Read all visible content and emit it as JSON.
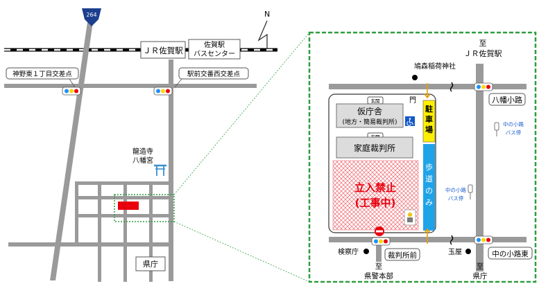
{
  "left_map": {
    "route_shield": "264",
    "north_label": "N",
    "jr_station": "ＪＲ佐賀駅",
    "bus_center_line1": "佐賀駅",
    "bus_center_line2": "バスセンター",
    "kanno_intersection": "神野東１丁目交差点",
    "ekimae_intersection": "駅前交番西交差点",
    "shrine_line1": "龍造寺",
    "shrine_line2": "八幡宮",
    "kencho": "県庁"
  },
  "inset_map": {
    "to_jr_line1": "至",
    "to_jr_line2": "ＪＲ佐賀駅",
    "shrine": "鳩森稲荷神社",
    "gate": "門",
    "yawata_koji": "八幡小路",
    "bus_stop_1_line1": "中の小路",
    "bus_stop_1_line2": "バス停",
    "bus_stop_2_line1": "中の小路",
    "bus_stop_2_line2": "バス停",
    "entrance_1": "玄関",
    "entrance_2": "玄関",
    "karichosha": "仮庁舎",
    "karichosha_sub": "(地方・簡易裁判所)",
    "parking": "駐車場",
    "family_court": "家庭裁判所",
    "sidewalk_only": "歩道のみ",
    "no_entry_line1": "立入禁止",
    "no_entry_line2": "(工事中)",
    "kensatsucho": "検察庁",
    "saibansho_mae": "裁判所前",
    "gyokuya": "玉屋",
    "nakanokoji_higashi": "中の小路東",
    "to_police_line1": "至",
    "to_police_line2": "県警本部",
    "to_kencho_line1": "至",
    "to_kencho_line2": "県庁"
  },
  "colors": {
    "road": "#9a9a9a",
    "rail": "#000000",
    "highlight_border": "#2e9e3e",
    "court_fill": "#dcdcdc",
    "no_entry_red": "#e8000d",
    "parking_yellow": "#ffee00",
    "sidewalk_blue": "#1fa3e8",
    "accessible_blue": "#1458c8",
    "signal_blue": "#1e90ff",
    "signal_yellow": "#ffd700",
    "signal_red": "#e8000d",
    "torii_blue": "#3a8fd0"
  }
}
